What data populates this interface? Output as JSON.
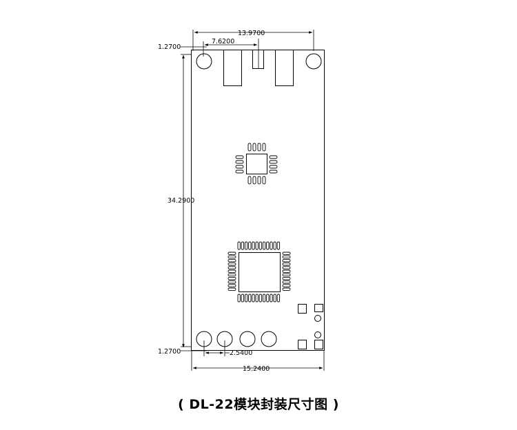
{
  "dimensions": {
    "top_width": "13.9700",
    "top_offset": "7.6200",
    "top_margin": "1.2700",
    "height": "34.2900",
    "bottom_margin": "1.2700",
    "pin_pitch": "2.5400",
    "total_width": "15.2400"
  },
  "caption": "( DL-22模块封装尺寸图 )"
}
